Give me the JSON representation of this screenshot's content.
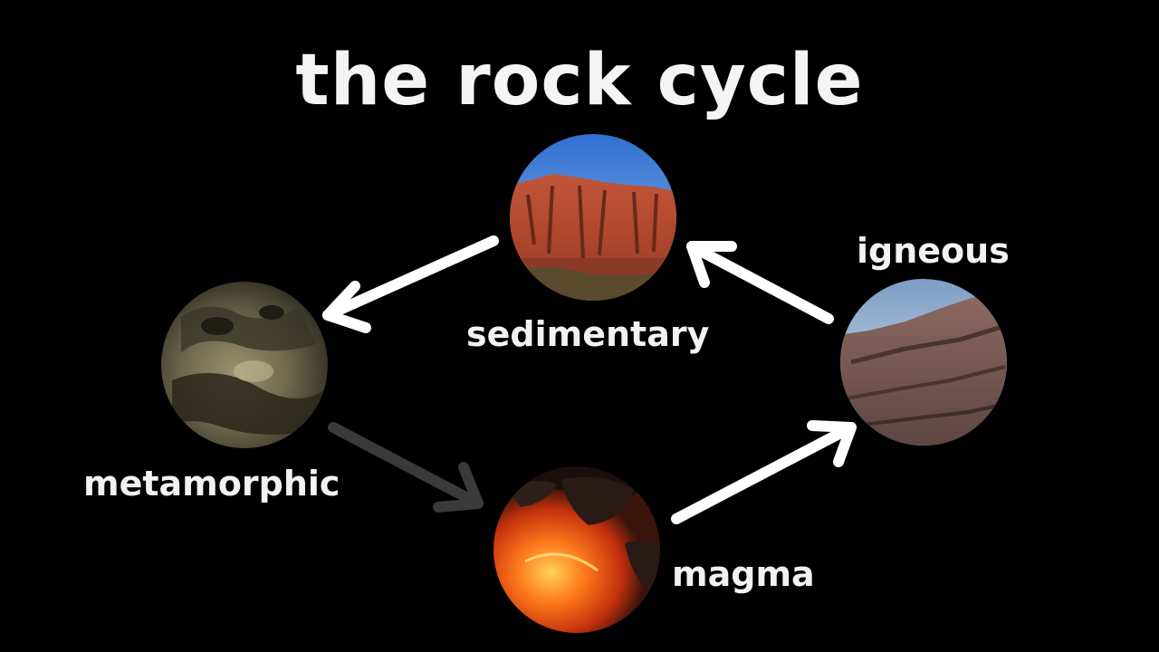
{
  "title": "the rock cycle",
  "nodes": {
    "sedimentary": "sedimentary",
    "igneous": "igneous",
    "metamorphic": "metamorphic",
    "magma": "magma"
  },
  "colors": {
    "background": "#000000",
    "text": "#f2f2f2",
    "arrow": "#ffffff",
    "arrow_faded": "#3a3a3a"
  }
}
